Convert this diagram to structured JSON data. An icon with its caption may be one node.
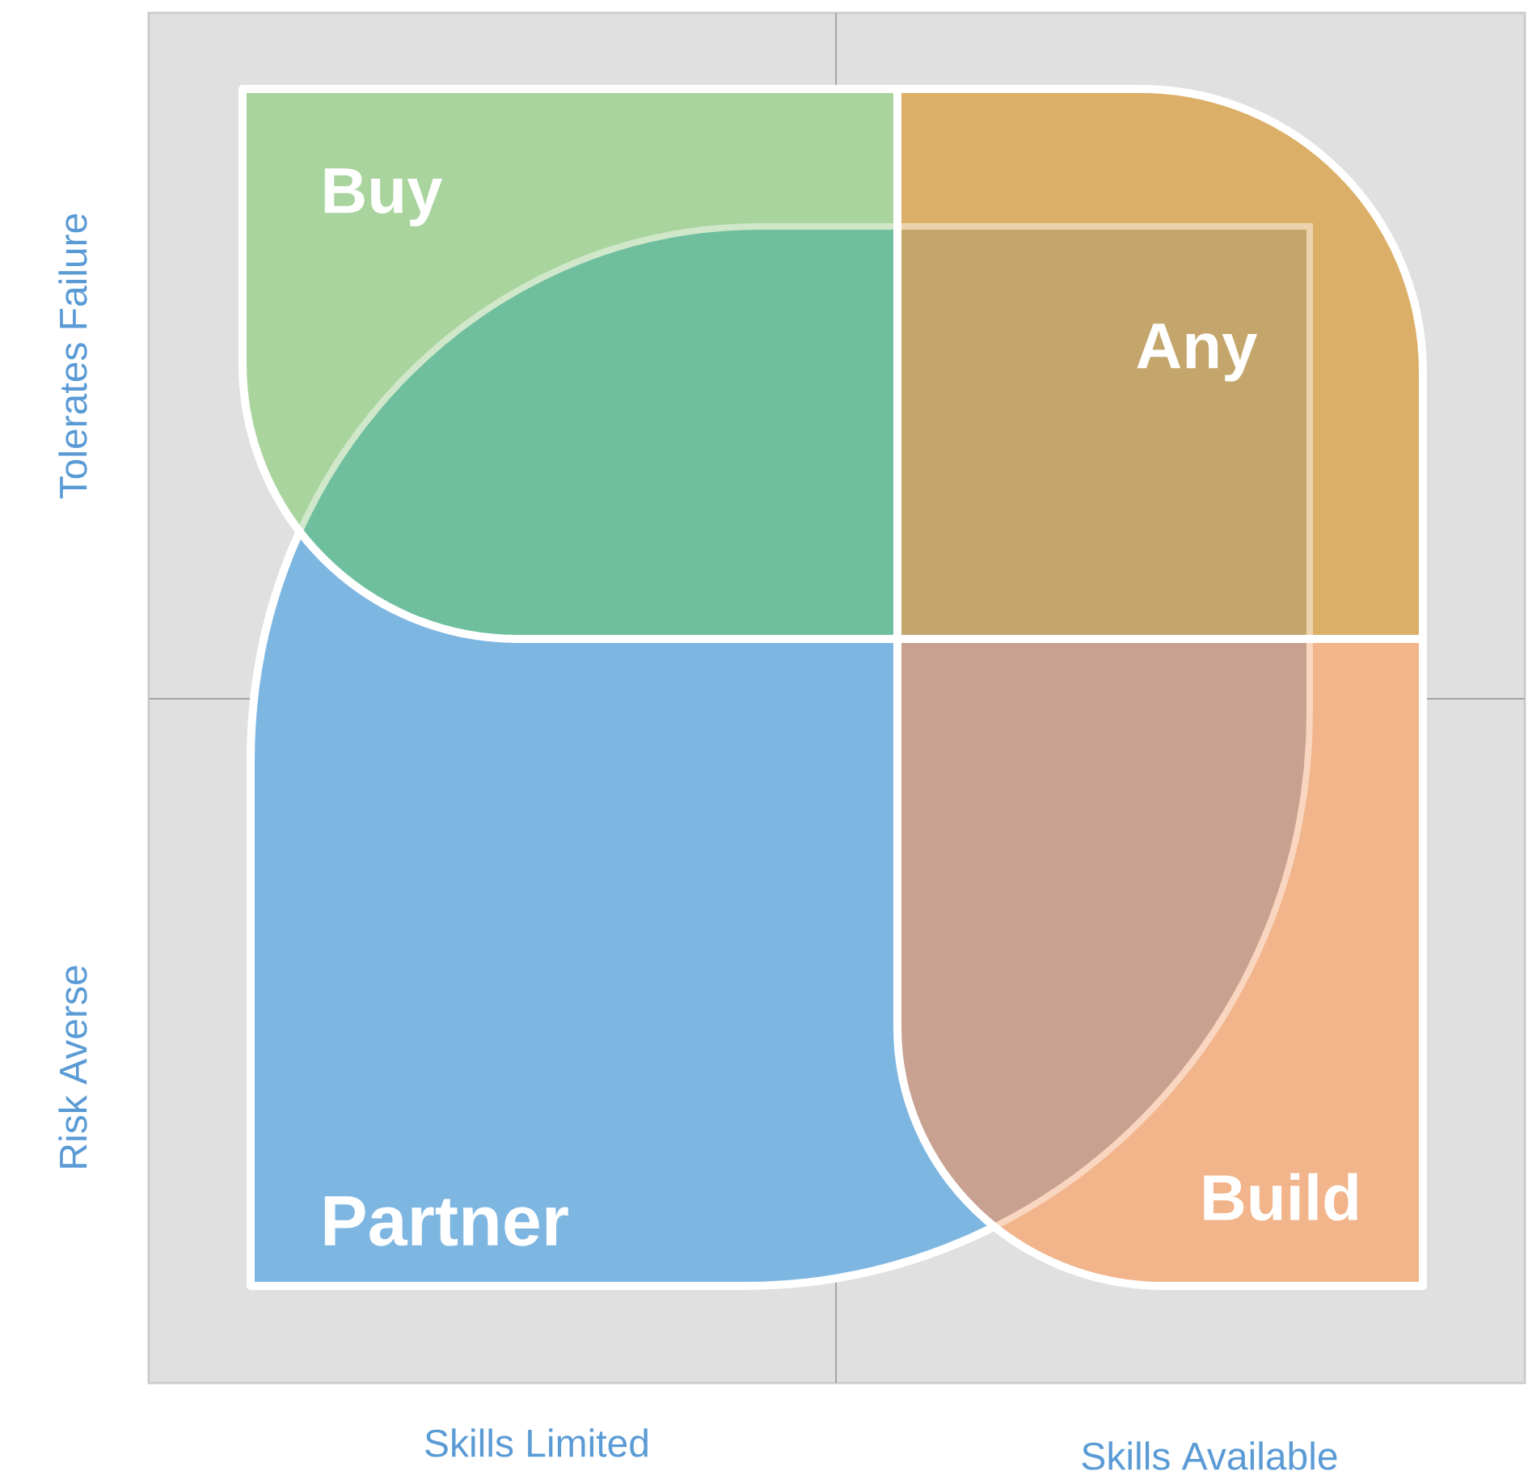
{
  "diagram": {
    "nodes": [
      {
        "text": [
          "Partner"
        ]
      },
      {
        "text": [
          "Buy"
        ]
      },
      {
        "text": [
          "Any"
        ]
      },
      {
        "text": [
          "Build"
        ]
      }
    ],
    "labels": [
      "Tolerates Failure",
      "Risk Averse",
      "Skills Limited",
      "Skills Available"
    ]
  }
}
